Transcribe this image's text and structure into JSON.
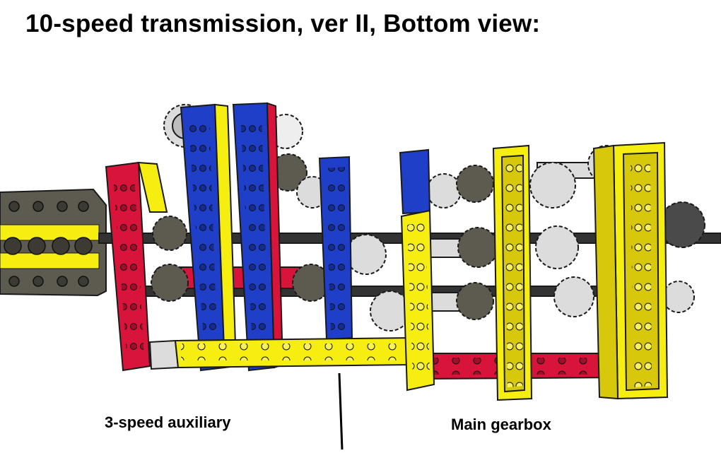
{
  "title": "10-speed transmission, ver II, Bottom view:",
  "labels": {
    "auxiliary": "3-speed auxiliary",
    "main": "Main gearbox"
  },
  "colors": {
    "red": "#d8143a",
    "blue": "#1f3fc8",
    "yellow": "#f5ee10",
    "dark_gray": "#5d5a50",
    "light_gray": "#dcdcdc",
    "outline": "#1a1a1a"
  }
}
